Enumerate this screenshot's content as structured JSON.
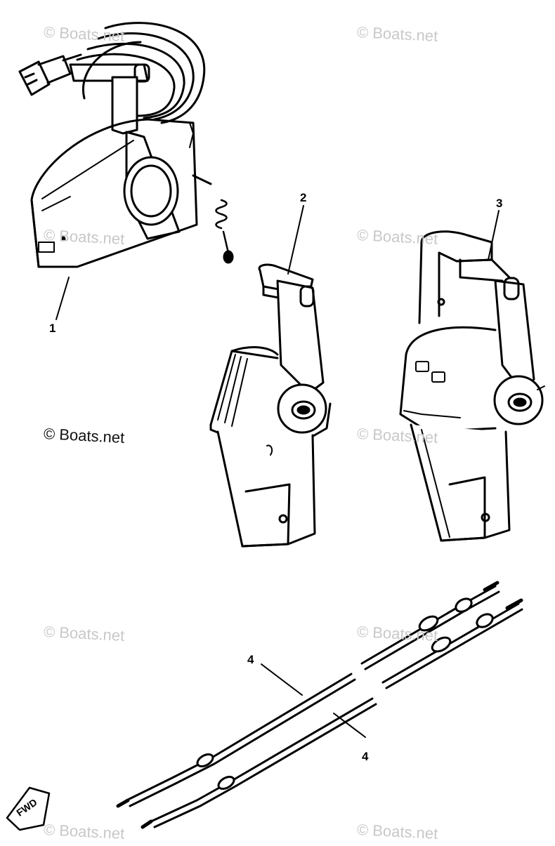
{
  "callouts": {
    "part1": "1",
    "part2": "2",
    "part3": "3",
    "part4a": "4",
    "part4b": "4"
  },
  "watermark": {
    "text": "© Boats.net"
  },
  "fwd_label": "FWD",
  "colors": {
    "line": "#000000",
    "watermark": "#c8c8c8",
    "background": "#ffffff"
  }
}
